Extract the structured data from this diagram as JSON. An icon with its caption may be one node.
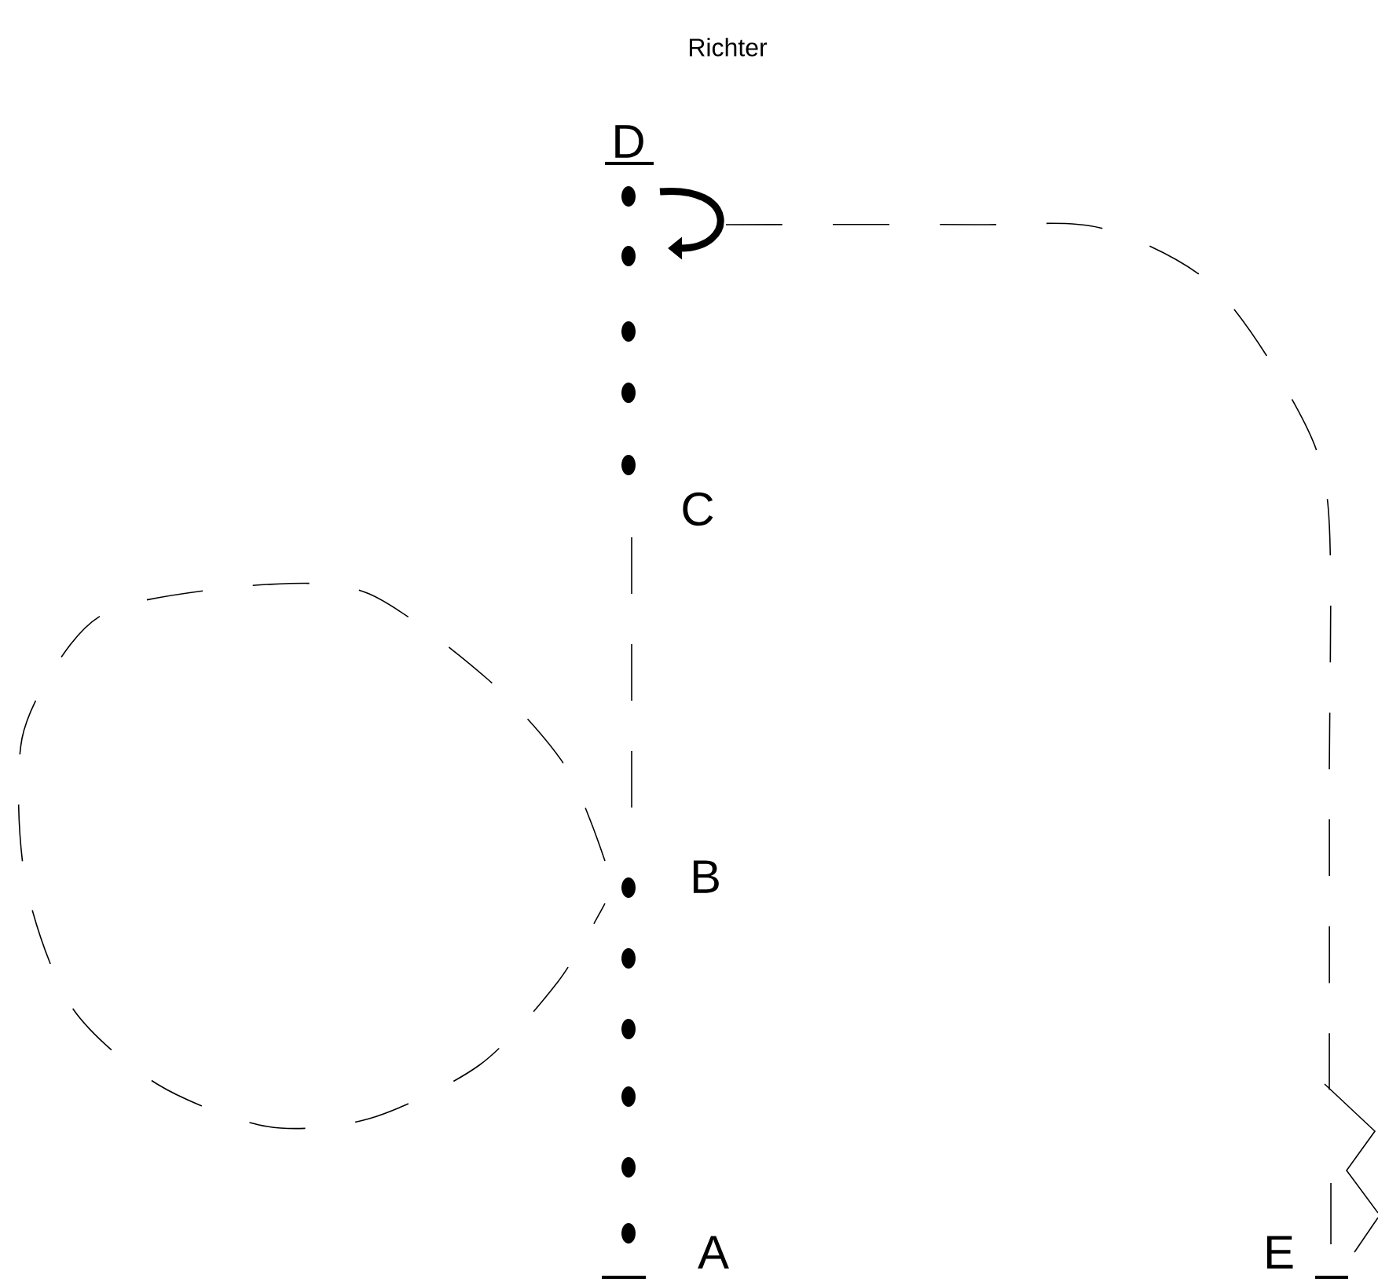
{
  "diagram": {
    "title": "Richter",
    "labels": [
      "D",
      "C",
      "B",
      "A",
      "E"
    ]
  }
}
